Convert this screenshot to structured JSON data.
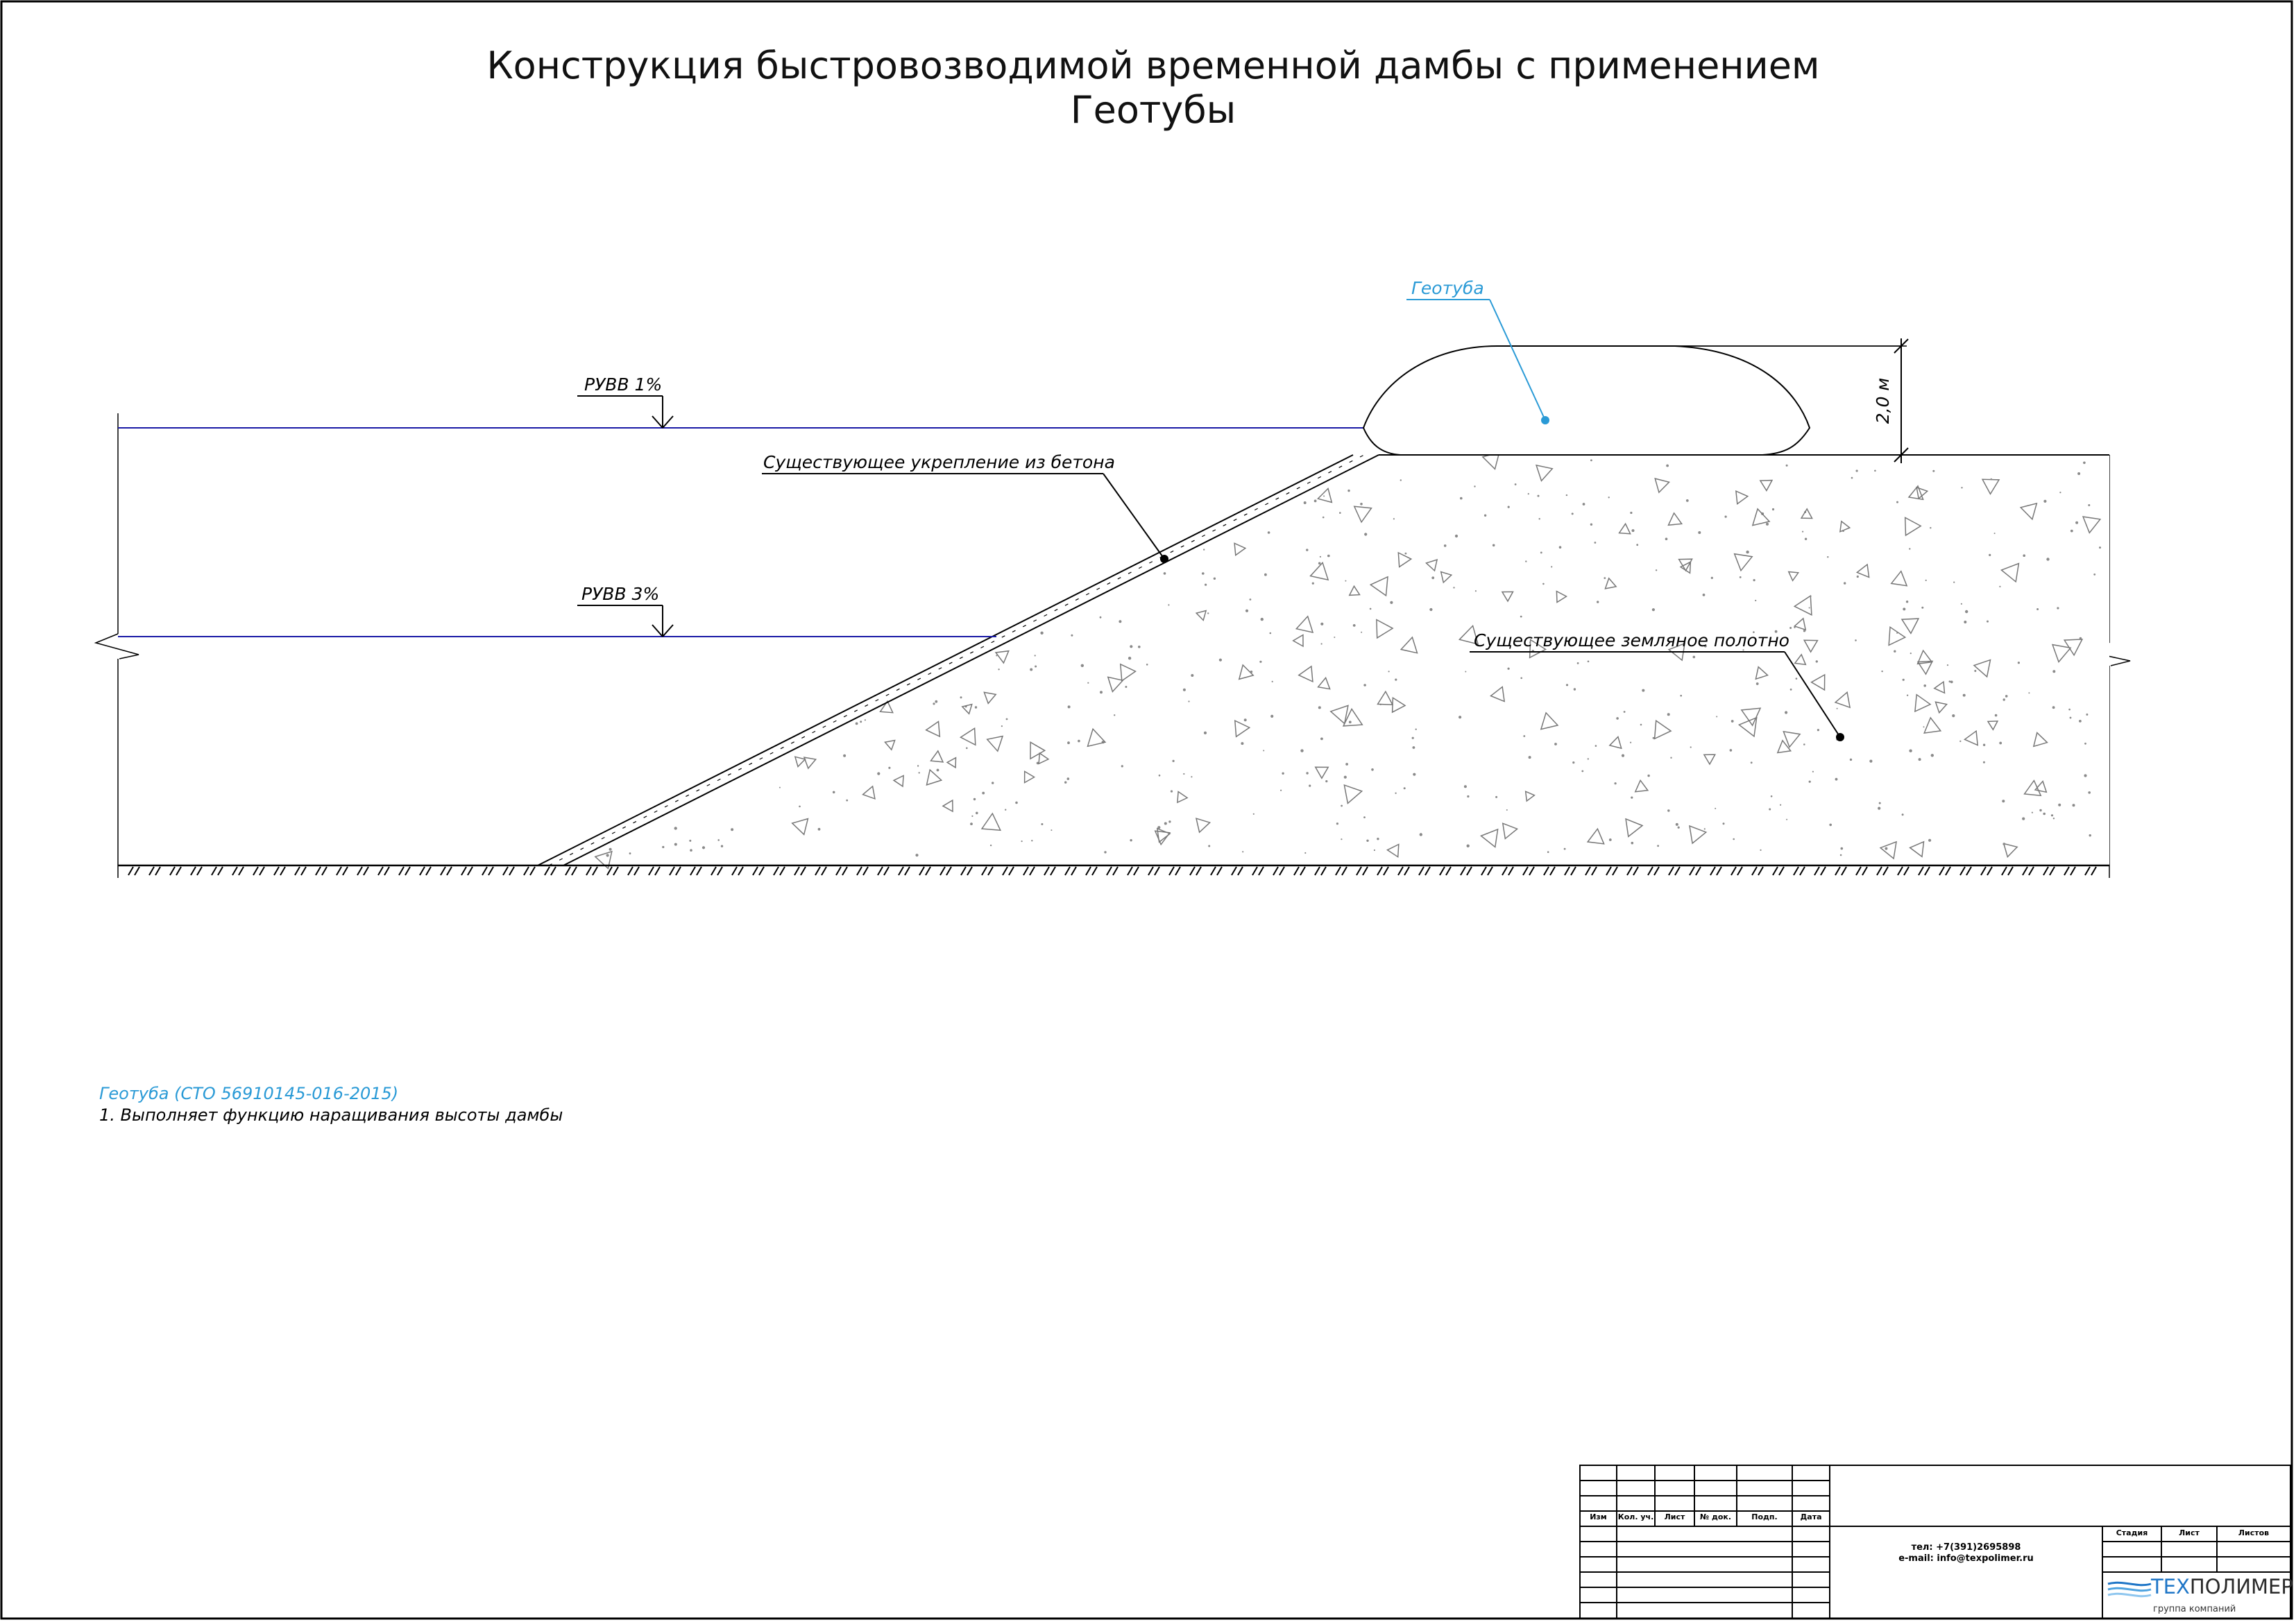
{
  "title": {
    "line1": "Конструкция быстровозводимой временной дамбы с применением",
    "line2": "Геотубы"
  },
  "labels": {
    "geotube": "Геотуба",
    "ruvv1": "РУВВ 1%",
    "ruvv3": "РУВВ 3%",
    "concrete": "Существующее укрепление из бетона",
    "earth": "Существующее земляное полотно",
    "dimension": "2,0 м"
  },
  "notes": {
    "heading": "Геотуба (СТО 56910145-016-2015)",
    "item1": "1. Выполняет функцию наращивания высоты дамбы"
  },
  "title_block": {
    "headers": [
      "Изм",
      "Кол. уч.",
      "Лист",
      "№ док.",
      "Подп.",
      "Дата"
    ],
    "stage_headers": [
      "Стадия",
      "Лист",
      "Листов"
    ],
    "phone": "тел: +7(391)2695898",
    "email": "e-mail: info@texpolimer.ru",
    "logo_accent": "ТЕХ",
    "logo_main": "ПОЛИМЕР",
    "logo_sub": "группа компаний"
  },
  "colors": {
    "water_line": "#1a1aa6",
    "accent": "#2a9ad6",
    "brand": "#1f76c7"
  }
}
